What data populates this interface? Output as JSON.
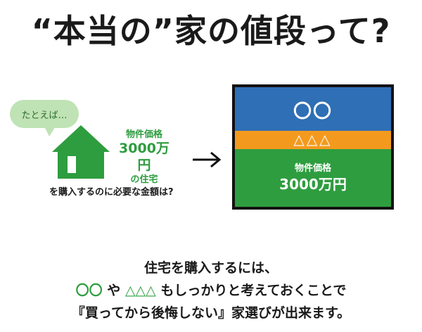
{
  "title": "“本当の”家の値段って?",
  "bubble": "たとえば…",
  "house_label": {
    "line1": "物件価格",
    "line2": "3000万円",
    "line3": "の住宅"
  },
  "question": "を購入するのに必要な金額は?",
  "stack": {
    "top": "〇〇",
    "middle": "△△△",
    "bottom_line1": "物件価格",
    "bottom_line2": "3000万円"
  },
  "bottom_text": {
    "line1": "住宅を購入するには、",
    "line2_a": "〇〇",
    "line2_b": "や",
    "line2_c": "△△△",
    "line2_d": "もしっかりと考えておくことで",
    "line3": "『買ってから後悔しない』家選びが出来ます。"
  },
  "colors": {
    "green": "#2e9d3f",
    "blue": "#2f6fb5",
    "orange": "#f39a1e",
    "bubble": "#bfe3b4"
  },
  "icons": [
    "house-icon",
    "right-arrow-icon"
  ]
}
